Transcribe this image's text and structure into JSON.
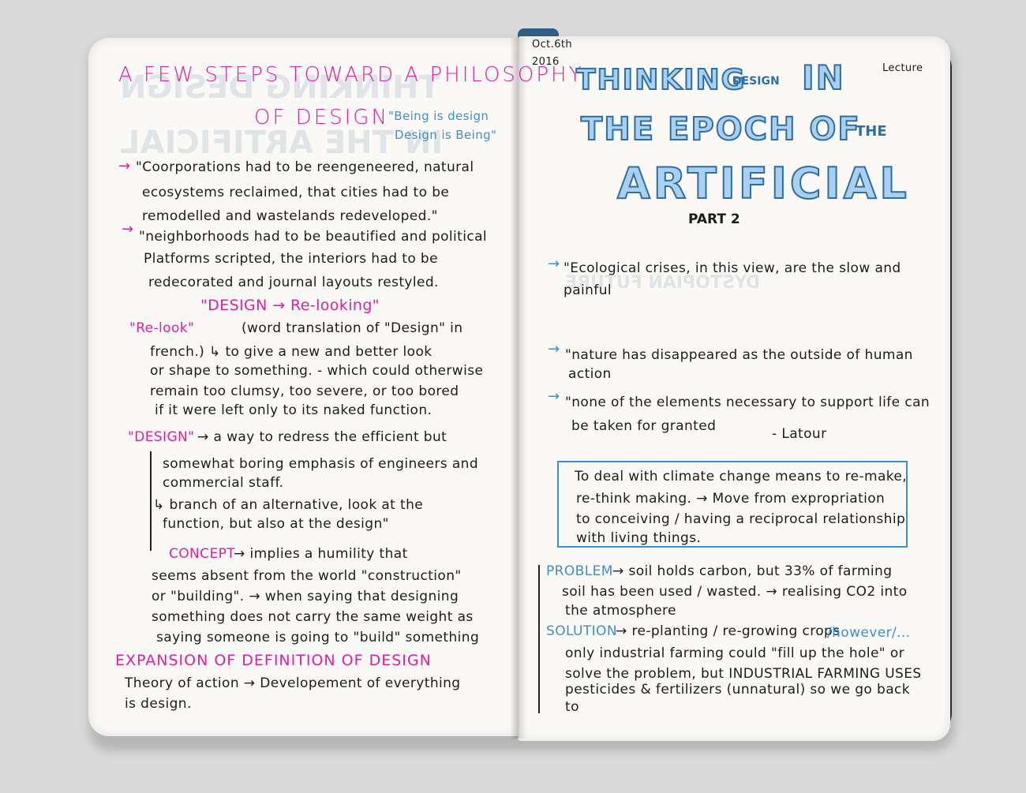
{
  "left_page": {
    "title_line1": "A FEW STEPS TOWARD A PHILOSOPHY",
    "title_line2": "OF DESIGN",
    "quote_line1": "\"Being is design",
    "quote_line2": "Design is Being\"",
    "lines": [
      "\"Coorporations had to be reengeneered, natural",
      "ecosystems reclaimed, that cities had to be",
      "remodelled and wastelands redeveloped.\"",
      "\"neighborhoods had to be beautified and political",
      "Platforms scripted, the interiors had to be",
      "redecorated and journal layouts restyled."
    ],
    "design_relooking": "\"DESIGN → Re-looking\"",
    "relook_term": "\"Re-look\"",
    "relook_lines": [
      "(word translation of \"Design\" in",
      "french.) ↳ to give a new and better look",
      "or shape to something. - which could otherwise",
      "remain too clumsy, too severe, or too bored",
      "if it were left only to its naked function."
    ],
    "design_term": "\"DESIGN\"",
    "design_lines": [
      "→ a way to redress the efficient but",
      "somewhat boring emphasis of engineers and",
      "commercial staff.",
      "↳ branch of an alternative, look at the",
      "function, but also at the design\""
    ],
    "concept_term": "CONCEPT",
    "concept_lines": [
      "→ implies a humility that",
      "seems absent from the world \"construction\"",
      "or \"building\". → when saying that designing",
      "something does not carry the same weight as",
      "saying someone is going to \"build\" something"
    ],
    "expansion_heading": "EXPANSION OF DEFINITION OF DESIGN",
    "expansion_lines": [
      "Theory of action → Developement of everything",
      "is design."
    ]
  },
  "right_page": {
    "date_line1": "Oct.6th",
    "date_line2": "2016",
    "lecture_tag": "Lecture",
    "title_thinking": "THINKING",
    "title_design": "DESIGN",
    "title_in": "IN",
    "title_epoch": "THE EPOCH OF",
    "title_the": "THE",
    "title_artificial": "ARTIFICIAL",
    "title_part": "PART 2",
    "quotes": [
      [
        "\"Ecological crises, in this view, are the slow and",
        "painful"
      ],
      [
        "\"nature has disappeared as the outside of human",
        "action"
      ],
      [
        "\"none of the elements necessary to support life can",
        "be taken for granted"
      ]
    ],
    "latour": "- Latour",
    "box_lines": [
      "To deal with climate change means to re-make,",
      "re-think making. → Move from expropriation",
      "to conceiving / having a reciprocal relationship",
      "with living things."
    ],
    "problem_term": "PROBLEM",
    "problem_lines": [
      "→ soil holds carbon, but 33% of farming",
      "soil has been used / wasted. → realising CO2 into",
      "the atmosphere"
    ],
    "solution_term": "SOLUTION",
    "solution_lines": [
      "→ re-planting / re-growing crops",
      "only industrial farming could \"fill up the hole\" or",
      "solve the problem, but INDUSTRIAL FARMING USES",
      "pesticides & fertilizers (unnatural) so we go back",
      "to"
    ],
    "however": "/however/..."
  },
  "colors": {
    "pink_ink": "#e1209e",
    "blue_ink": "#3d8fc9",
    "black_ink": "#1c1c1c",
    "paper": "#fbf9f6",
    "background": "#dadada",
    "ribbon": "#2f5f86"
  }
}
